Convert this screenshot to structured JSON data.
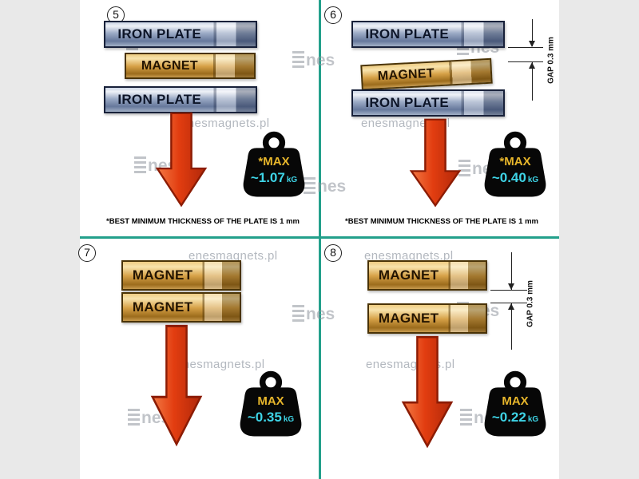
{
  "watermarks": {
    "site": "enesmagnets.pl",
    "logo_text": "nes"
  },
  "colors": {
    "divider": "#23a08b",
    "iron_plate": "#9cabc6",
    "magnet": "#d6a147",
    "arrow": "#e23d10",
    "weight_body": "#0a0a0a",
    "max_label": "#e7b62b",
    "value_text": "#3ed4e6",
    "side_margin": "#e9e9e9"
  },
  "panels": [
    {
      "number": "5",
      "layers": [
        "IRON PLATE",
        "MAGNET",
        "IRON PLATE"
      ],
      "weight": {
        "label": "*MAX",
        "value": "~1.07",
        "unit": "kG"
      },
      "footnote": {
        "text": "*BEST MINIMUM THICKNESS OF THE PLATE IS",
        "bold": "1 mm"
      }
    },
    {
      "number": "6",
      "layers": [
        "IRON PLATE",
        "MAGNET",
        "IRON PLATE"
      ],
      "gap_label": "GAP  0.3 mm",
      "weight": {
        "label": "*MAX",
        "value": "~0.40",
        "unit": "kG"
      },
      "footnote": {
        "text": "*BEST MINIMUM THICKNESS OF THE PLATE IS",
        "bold": "1 mm"
      }
    },
    {
      "number": "7",
      "layers": [
        "MAGNET",
        "MAGNET"
      ],
      "weight": {
        "label": "MAX",
        "value": "~0.35",
        "unit": "kG"
      }
    },
    {
      "number": "8",
      "layers": [
        "MAGNET",
        "MAGNET"
      ],
      "gap_label": "GAP  0.3 mm",
      "weight": {
        "label": "MAX",
        "value": "~0.22",
        "unit": "kG"
      }
    }
  ]
}
